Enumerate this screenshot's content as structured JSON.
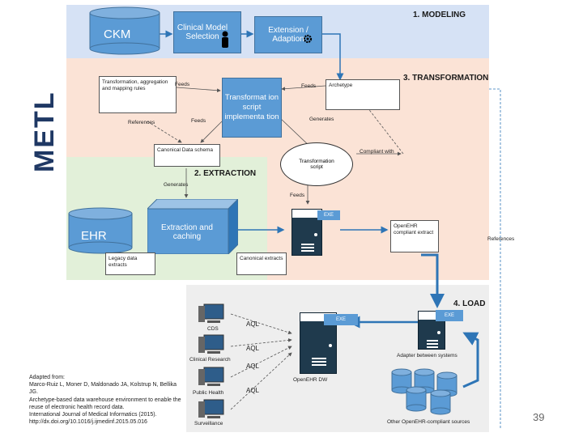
{
  "side_title": "METL",
  "zones": {
    "modeling": "1.  MODELING",
    "transformation": "3. TRANSFORMATION",
    "extraction": "2.  EXTRACTION",
    "load": "4. LOAD"
  },
  "boxes": {
    "ckm": "CKM",
    "clinical_model_selection": "Clinical Model Selection",
    "extension_adaption": "Extension / Adaption",
    "transformation_script_impl": "Transformat ion script implementa tion",
    "ehr": "EHR",
    "extraction_caching": "Extraction and caching"
  },
  "documents": {
    "rules": "Transformation, aggregation and mapping rules",
    "archetype": "Archetype",
    "canonical_schema": "Canonical Data schema",
    "transformation_script": "Transformation script",
    "legacy_extracts": "Legacy data extracts",
    "canonical_extracts": "Canonical extracts",
    "openehr_extract": "OpenEHR compliant extract"
  },
  "labels": {
    "feeds_rules": "Feeds",
    "feeds_archetype": "Feeds",
    "feeds_schema": "Feeds",
    "references_rules": "References",
    "generates_script": "Generates",
    "compliant_with": "Compliant with",
    "generates_schema": "Generates",
    "feeds_script": "Feeds",
    "references_right": "References",
    "exe_1": "EXE",
    "exe_2": "EXE",
    "exe_3": "EXE",
    "openehr_dw": "OpenEHR DW",
    "adapter": "Adapter between systems",
    "other_sources": "Other OpenEHR-compliant sources",
    "aql_1": "AQL",
    "aql_2": "AQL",
    "aql_3": "AQL",
    "aql_4": "AQL",
    "cds": "CDS",
    "clinical_research": "Clinical Research",
    "public_health": "Public Health",
    "surveillance": "Surveillance"
  },
  "citation": {
    "line1": "Adapted from:",
    "line2": "Marco-Ruiz L, Moner D, Maldonado JA, Kolstrup N, Bellika JG.",
    "line3": "Archetype-based data warehouse environment to enable the reuse of electronic health record data.",
    "line4": "International Journal of Medical Informatics (2015).",
    "line5": "http://dx.doi.org/10.1016/j.ijmedinf.2015.05.016"
  },
  "page_number": "39",
  "colors": {
    "modeling_bg": "#d6e2f5",
    "transformation_bg": "#fbe3d6",
    "extraction_bg": "#e2f0d9",
    "load_bg": "#eeeeee",
    "blue_box": "#5b9bd5",
    "title": "#1f3864"
  }
}
